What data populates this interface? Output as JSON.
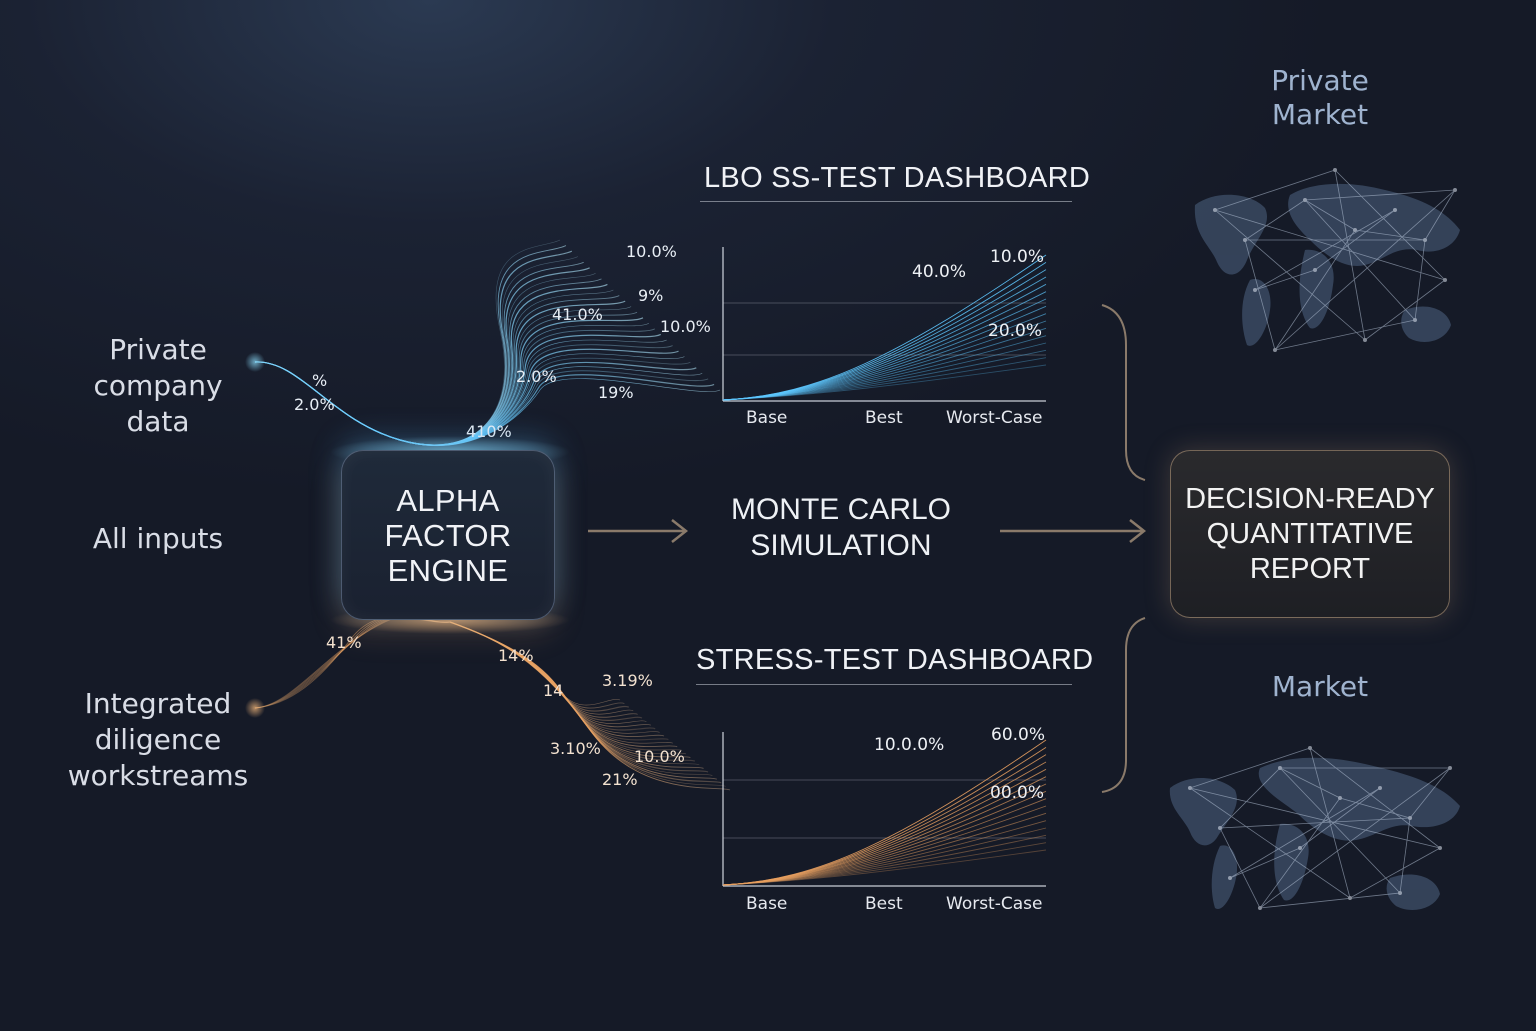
{
  "inputs": {
    "private_company_data": "Private\ncompany\ndata",
    "all_inputs": "All inputs",
    "integrated_diligence": "Integrated\ndiligence\nworkstreams"
  },
  "engine": {
    "label": "ALPHA\nFACTOR\nENGINE"
  },
  "simulation": {
    "label": "MONTE CARLO\nSIMULATION"
  },
  "report": {
    "label": "DECISION-READY\nQUANTITATIVE\nREPORT"
  },
  "stream_labels": {
    "upper": [
      "10.0%",
      "9%",
      "41.0%",
      "10.0%",
      "2.0%",
      "19%",
      "2.0%",
      "%",
      "410%"
    ],
    "lower": [
      "41%",
      "14%",
      "14",
      "3.19%",
      "3.10%",
      "10.0%",
      "21%"
    ]
  },
  "dashboards": {
    "lbo": {
      "title": "LBO SS-TEST DASHBOARD",
      "annotations": [
        "40.0%",
        "10.0%",
        "20.0%"
      ],
      "x_labels": [
        "Base",
        "Best",
        "Worst-Case"
      ]
    },
    "stress": {
      "title": "STRESS-TEST DASHBOARD",
      "annotations": [
        "10.0.0%",
        "60.0%",
        "00.0%"
      ],
      "x_labels": [
        "Base",
        "Best",
        "Worst-Case"
      ]
    }
  },
  "markets": {
    "private_market": "Private\nMarket",
    "market": "Market"
  },
  "colors": {
    "blue_stream": "#5ec8ff",
    "orange_stream": "#e8a060",
    "market_title": "#9fb3cf",
    "arrow": "#8a7a6a"
  }
}
